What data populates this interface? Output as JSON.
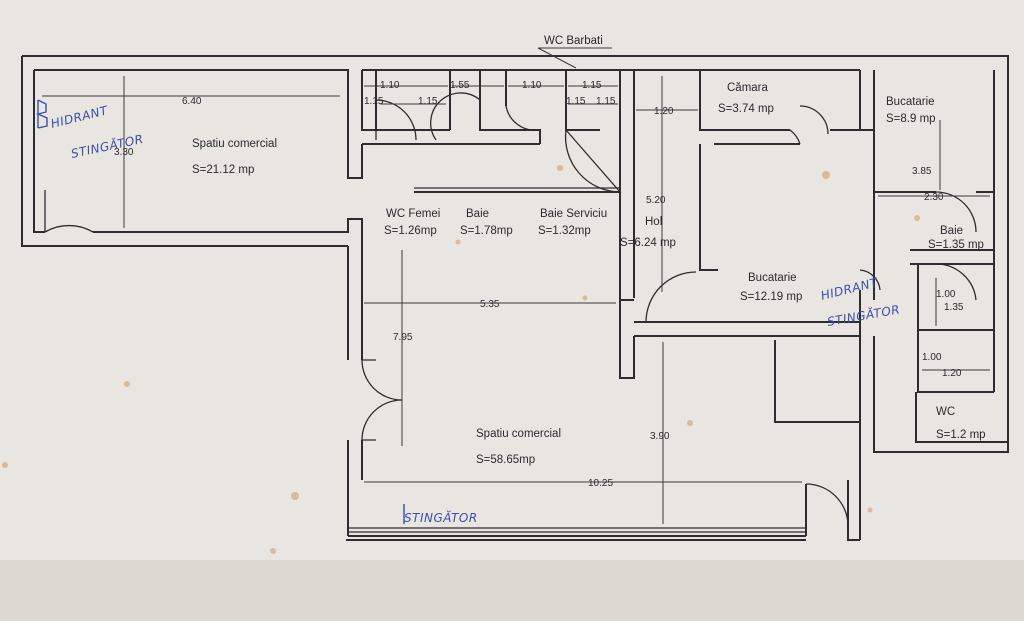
{
  "title": "WC Barbati",
  "rooms": [
    {
      "id": "spatiu-comercial-1",
      "name": "Spatiu comercial",
      "area": "S=21.12 mp"
    },
    {
      "id": "wc-femei",
      "name": "WC Femei",
      "area": "S=1.26mp"
    },
    {
      "id": "baie-1",
      "name": "Baie",
      "area": "S=1.78mp"
    },
    {
      "id": "baie-serviciu",
      "name": "Baie Serviciu",
      "area": "S=1.32mp"
    },
    {
      "id": "hol",
      "name": "Hol",
      "area": "S=6.24 mp"
    },
    {
      "id": "camara",
      "name": "Cămara",
      "area": "S=3.74 mp"
    },
    {
      "id": "bucatarie-1",
      "name": "Bucatarie",
      "area": "S=8.9 mp"
    },
    {
      "id": "baie-2",
      "name": "Baie",
      "area": "S=1.35 mp"
    },
    {
      "id": "bucatarie-2",
      "name": "Bucatarie",
      "area": "S=12.19 mp"
    },
    {
      "id": "wc",
      "name": "WC",
      "area": "S=1.2 mp"
    },
    {
      "id": "spatiu-comercial-2",
      "name": "Spatiu comercial",
      "area": "S=58.65mp"
    }
  ],
  "dimensions": [
    "6.40",
    "3.30",
    "1.10",
    "1.55",
    "1.10",
    "1.15",
    "1.15",
    "1.15",
    "1.15",
    "1.15",
    "1.20",
    "5.20",
    "3.85",
    "2.30",
    "5.35",
    "7.95",
    "3.90",
    "10.25",
    "1.00",
    "1.35",
    "1.00",
    "1.20"
  ],
  "annotations": [
    "HIDRANT",
    "STINGĂTOR",
    "HIDRANT",
    "STINGĂTOR",
    "STINGĂTOR"
  ],
  "colors": {
    "paper": "#e9e6e1",
    "ink": "#2d2c30",
    "pen": "#3d4fa8",
    "stain": "#c9986a"
  }
}
